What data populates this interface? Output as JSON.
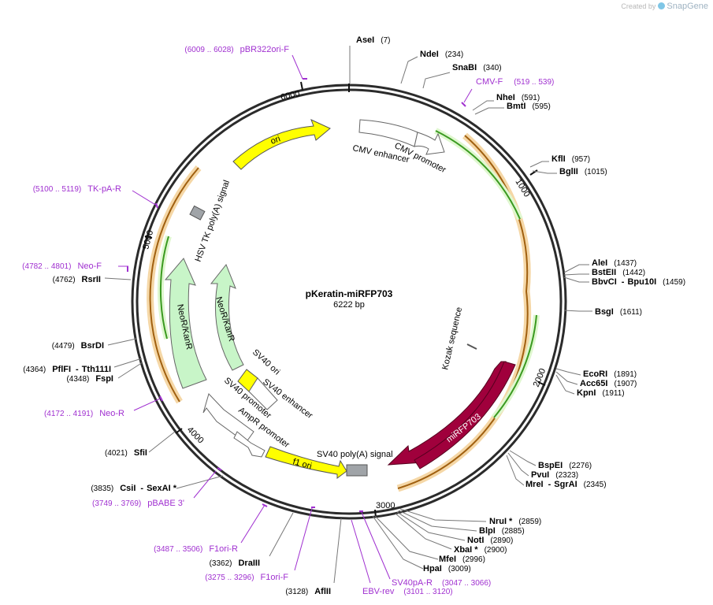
{
  "brand": {
    "created_by": "Created by",
    "product": "SnapGene"
  },
  "plasmid": {
    "name": "pKeratin-miRFP703",
    "size_label": "6222 bp",
    "length": 6222
  },
  "ticks": [
    "1000",
    "2000",
    "3000",
    "4000",
    "5000",
    "6000"
  ],
  "colors": {
    "backbone": "#2b2b2b",
    "primer": "#a030d0",
    "ori": "#ffff00",
    "neo": "#c8f5c8",
    "mirfp": "#a0003c",
    "polya": "#a0a4a8",
    "orange": "#e8a040",
    "green": "#3a9a20",
    "feature_outline": "#666666"
  },
  "features": [
    {
      "label": "ori",
      "kind": "ori"
    },
    {
      "label": "CMV enhancer",
      "kind": "open"
    },
    {
      "label": "CMV promoter",
      "kind": "open"
    },
    {
      "label": "HSV TK poly(A) signal",
      "kind": "polya"
    },
    {
      "label": "NeoR/KanR",
      "kind": "neo"
    },
    {
      "label": "NeoR/KanR",
      "kind": "neo"
    },
    {
      "label": "SV40 ori",
      "kind": "ori"
    },
    {
      "label": "SV40 enhancer",
      "kind": "open"
    },
    {
      "label": "SV40 promoter",
      "kind": "open"
    },
    {
      "label": "AmpR promoter",
      "kind": "open"
    },
    {
      "label": "f1 ori",
      "kind": "ori"
    },
    {
      "label": "SV40 poly(A) signal",
      "kind": "polya"
    },
    {
      "label": "miRFP703",
      "kind": "mirfp"
    },
    {
      "label": "Kozak sequence",
      "kind": "marker"
    }
  ],
  "sites": [
    {
      "name": "AseI",
      "pos": "(7)"
    },
    {
      "name": "NdeI",
      "pos": "(234)"
    },
    {
      "name": "SnaBI",
      "pos": "(340)"
    },
    {
      "name": "NheI",
      "pos": "(591)"
    },
    {
      "name": "BmtI",
      "pos": "(595)"
    },
    {
      "name": "KflI",
      "pos": "(957)"
    },
    {
      "name": "BglII",
      "pos": "(1015)"
    },
    {
      "name": "AleI",
      "pos": "(1437)"
    },
    {
      "name": "BstEII",
      "pos": "(1442)"
    },
    {
      "name": "BbvCI",
      "name2": "Bpu10I",
      "pos": "(1459)"
    },
    {
      "name": "BsgI",
      "pos": "(1611)"
    },
    {
      "name": "EcoRI",
      "pos": "(1891)"
    },
    {
      "name": "Acc65I",
      "pos": "(1907)"
    },
    {
      "name": "KpnI",
      "pos": "(1911)"
    },
    {
      "name": "BspEI",
      "pos": "(2276)"
    },
    {
      "name": "PvuI",
      "pos": "(2323)"
    },
    {
      "name": "MreI",
      "name2": "SgrAI",
      "pos": "(2345)"
    },
    {
      "name": "NruI *",
      "pos": "(2859)"
    },
    {
      "name": "BlpI",
      "pos": "(2885)"
    },
    {
      "name": "NotI",
      "pos": "(2890)"
    },
    {
      "name": "XbaI *",
      "pos": "(2900)"
    },
    {
      "name": "MfeI",
      "pos": "(2996)"
    },
    {
      "name": "HpaI",
      "pos": "(3009)"
    },
    {
      "name": "AflII",
      "pos": "(3128)"
    },
    {
      "name": "DraIII",
      "pos": "(3362)"
    },
    {
      "name": "CsiI",
      "name2": "SexAI *",
      "pos": "(3835)"
    },
    {
      "name": "SfiI",
      "pos": "(4021)"
    },
    {
      "name": "FspI",
      "pos": "(4348)"
    },
    {
      "name": "PflFI",
      "name2": "Tth111I",
      "pos": "(4364)"
    },
    {
      "name": "BsrDI",
      "pos": "(4479)"
    },
    {
      "name": "RsrII",
      "pos": "(4762)"
    }
  ],
  "primers": [
    {
      "name": "pBR322ori-F",
      "range": "(6009 .. 6028)"
    },
    {
      "name": "CMV-F",
      "range": "(519 .. 539)"
    },
    {
      "name": "TK-pA-R",
      "range": "(5100 .. 5119)"
    },
    {
      "name": "Neo-F",
      "range": "(4782 .. 4801)"
    },
    {
      "name": "Neo-R",
      "range": "(4172 .. 4191)"
    },
    {
      "name": "pBABE 3'",
      "range": "(3749 .. 3769)"
    },
    {
      "name": "F1ori-R",
      "range": "(3487 .. 3506)"
    },
    {
      "name": "F1ori-F",
      "range": "(3275 .. 3296)"
    },
    {
      "name": "EBV-rev",
      "range": "(3101 .. 3120)"
    },
    {
      "name": "SV40pA-R",
      "range": "(3047 .. 3066)"
    }
  ]
}
